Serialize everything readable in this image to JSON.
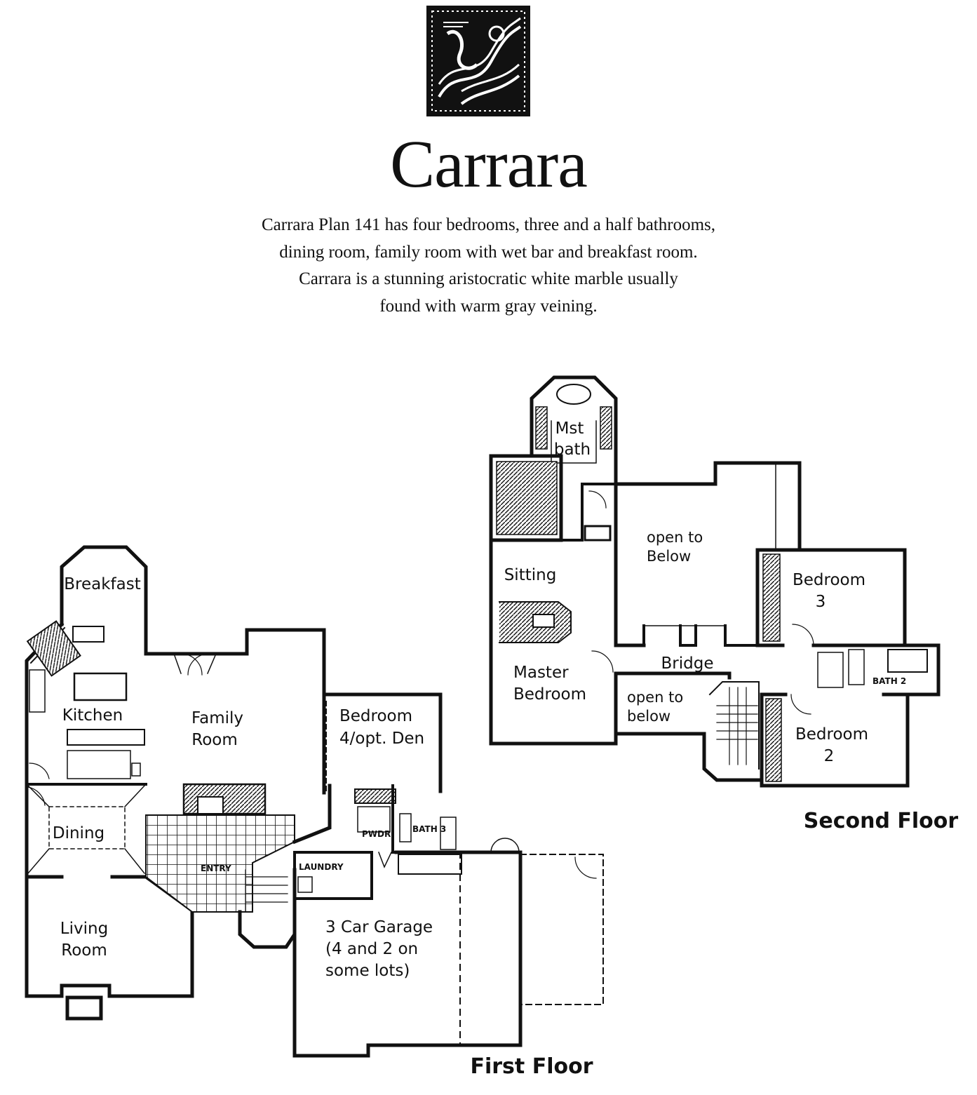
{
  "title": "Carrara",
  "description": [
    "Carrara Plan 141 has four bedrooms, three and a half bathrooms,",
    "dining room, family room with wet bar and breakfast room.",
    "Carrara is a stunning aristocratic white marble usually",
    "found with warm gray veining."
  ],
  "floors": {
    "first": {
      "label": "First Floor",
      "rooms": {
        "breakfast": "Breakfast",
        "kitchen": "Kitchen",
        "family": [
          "Family",
          "Room"
        ],
        "bedroom4": [
          "Bedroom",
          "4/opt. Den"
        ],
        "dining": "Dining",
        "living": [
          "Living",
          "Room"
        ],
        "garage": [
          "3 Car Garage",
          "(4 and 2 on",
          "some lots)"
        ],
        "entry": "ENTRY",
        "laundry": "LAUNDRY",
        "pwdr": "PWDR",
        "bath3": "BATH 3"
      }
    },
    "second": {
      "label": "Second Floor",
      "rooms": {
        "mst_bath": [
          "Mst",
          "bath"
        ],
        "sitting": "Sitting",
        "master": [
          "Master",
          "Bedroom"
        ],
        "open_above": [
          "open to",
          "Below"
        ],
        "bridge": "Bridge",
        "open_below": [
          "open to",
          "below"
        ],
        "bedroom3": [
          "Bedroom",
          "3"
        ],
        "bedroom2": [
          "Bedroom",
          "2"
        ],
        "bath2": "BATH 2"
      }
    }
  }
}
